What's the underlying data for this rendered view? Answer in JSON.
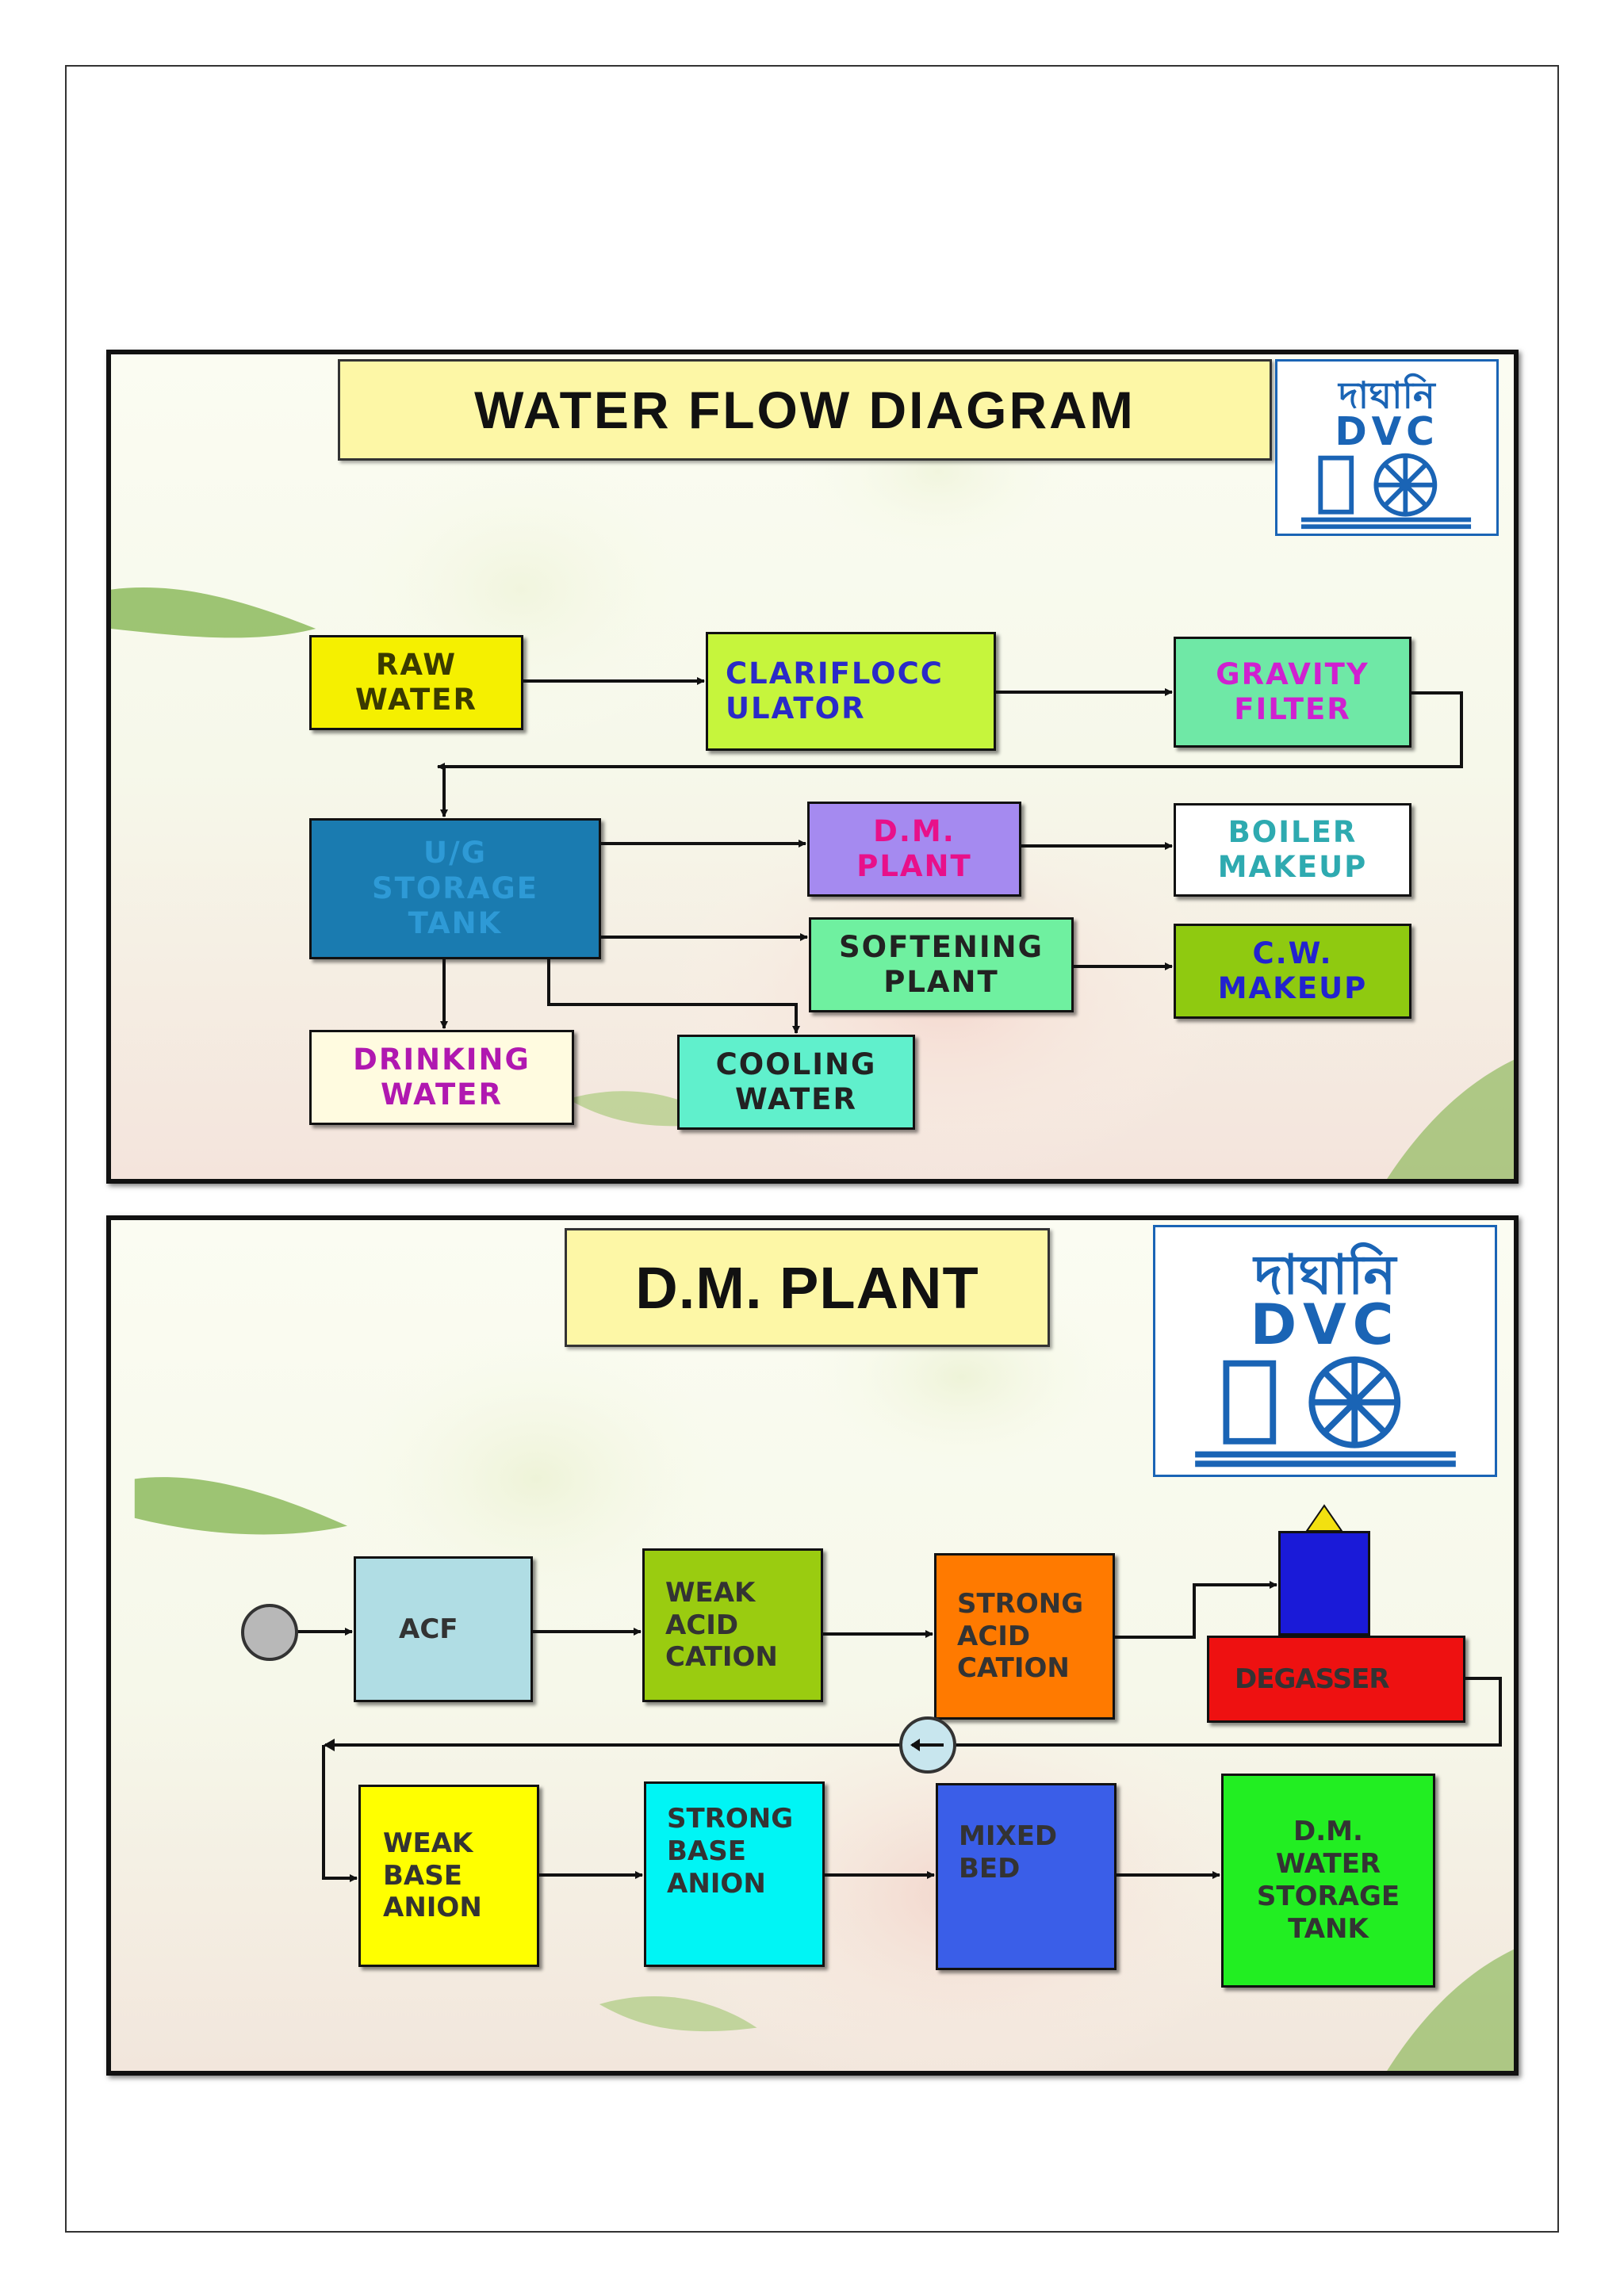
{
  "diagrams": [
    {
      "title": "WATER FLOW DIAGRAM",
      "logo": {
        "script_text": "দাঘানি",
        "letters": "DVC"
      },
      "blocks": {
        "raw_water": "RAW\nWATER",
        "clarifloc": "CLARIFLOCC\nULATOR",
        "gravity_filter": "GRAVITY\nFILTER",
        "ug_storage": "U/G\nSTORAGE\nTANK",
        "dm_plant": "D.M.\nPLANT",
        "boiler_makeup": "BOILER\nMAKEUP",
        "softening_plant": "SOFTENING\nPLANT",
        "cw_makeup": "C.W.\nMAKEUP",
        "drinking_water": "DRINKING\nWATER",
        "cooling_water": "COOLING\nWATER"
      }
    },
    {
      "title": "D.M. PLANT",
      "logo": {
        "script_text": "দাঘানি",
        "letters": "DVC"
      },
      "blocks": {
        "acf": "ACF",
        "weak_acid_cation": "WEAK\nACID\nCATION",
        "strong_acid_cation": "STRONG\nACID\nCATION",
        "degasser": "DEGASSER",
        "weak_base_anion": "WEAK\nBASE\nANION",
        "strong_base_anion": "STRONG\nBASE\nANION",
        "mixed_bed": "MIXED\nBED",
        "dm_water_storage": "D.M.\nWATER\nSTORAGE\nTANK"
      }
    }
  ],
  "colors": {
    "title_bg": "#fdf7a6",
    "raw_water": "#f5f000",
    "clarifloc": "#c6f53c",
    "gravity_filter": "#6fe8a6",
    "ug_storage": "#1a7bb0",
    "dm_plant": "#a58af0",
    "boiler_makeup": "#ffffff",
    "softening_plant": "#6ff0a0",
    "cw_makeup": "#8fca10",
    "drinking_water": "#fffbe0",
    "cooling_water": "#60f0cc",
    "acf": "#b0dde4",
    "weak_acid_cation": "#9acc10",
    "strong_acid_cation": "#ff7a00",
    "degasser": "#ee1111",
    "degasser_tower": "#1a1ad8",
    "weak_base_anion": "#ffff00",
    "strong_base_anion": "#00f5f5",
    "mixed_bed": "#3a5ee8",
    "dm_water_storage": "#22ee22"
  }
}
